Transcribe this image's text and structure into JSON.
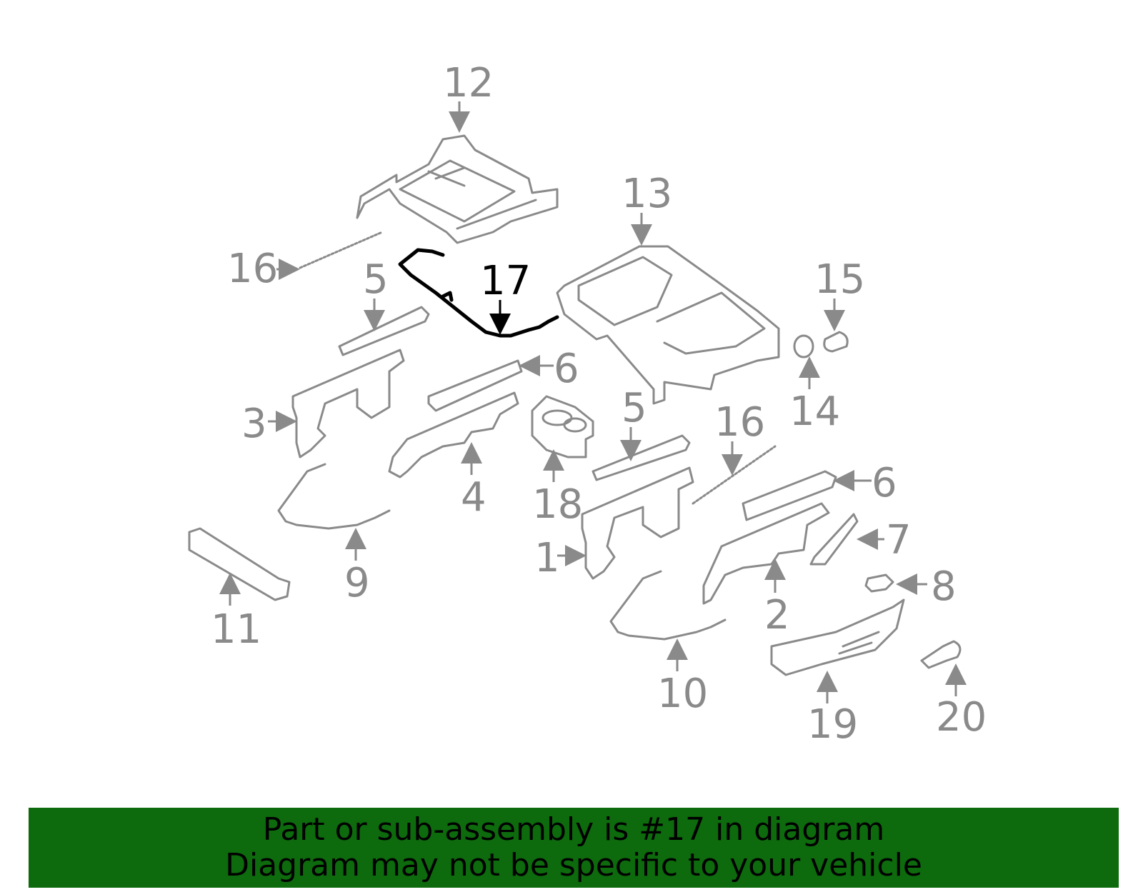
{
  "diagram": {
    "highlight_part": "17",
    "callouts": [
      "12",
      "13",
      "16",
      "5",
      "17",
      "15",
      "6",
      "3",
      "14",
      "4",
      "18",
      "5",
      "16",
      "6",
      "7",
      "1",
      "9",
      "8",
      "11",
      "2",
      "10",
      "19",
      "20"
    ]
  },
  "banner": {
    "line1": "Part or sub-assembly is #17 in diagram",
    "line2": "Diagram may not be specific to your vehicle",
    "color": "#0d6a0d"
  },
  "colors": {
    "part_line": "#8a8a8a",
    "highlight": "#000000"
  }
}
